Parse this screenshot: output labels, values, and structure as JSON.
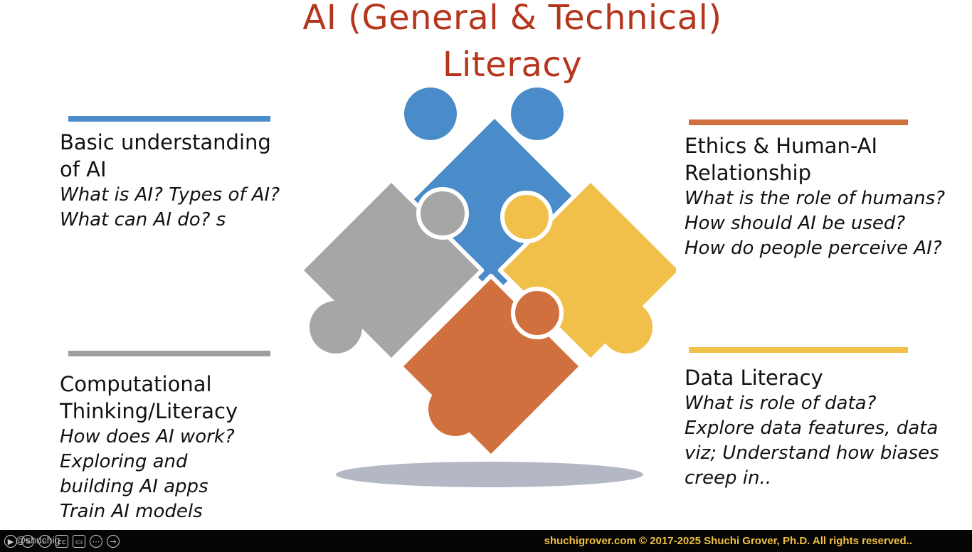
{
  "title": {
    "line1": "AI (General & Technical)",
    "line2": "Literacy"
  },
  "colors": {
    "title": "#b5361d",
    "blue": "#4a8bc9",
    "orange": "#d1703f",
    "gray": "#9e9e9e",
    "yellow": "#f0c04a",
    "footer_text": "#f0c040"
  },
  "sections": {
    "top_left": {
      "heading": [
        "Basic understanding",
        "of AI"
      ],
      "desc": [
        "What is AI? Types of AI?",
        "What can AI do? s"
      ]
    },
    "top_right": {
      "heading": [
        "Ethics & Human-AI",
        "Relationship"
      ],
      "desc": [
        "What is the role of humans?",
        "How should AI be used?",
        "How do people perceive AI?"
      ]
    },
    "bottom_left": {
      "heading": [
        "Computational",
        "Thinking/Literacy"
      ],
      "desc": [
        "How does AI work?",
        "Exploring and",
        "building AI apps",
        "Train AI models"
      ]
    },
    "bottom_right": {
      "heading": [
        "Data Literacy"
      ],
      "desc": [
        "What is role of data?",
        "Explore data features, data",
        "viz; Understand how biases",
        "creep in.."
      ]
    }
  },
  "footer": {
    "handle": "@shuchig",
    "copyright": "shuchigrover.com  © 2017-2025 Shuchi Grover, Ph.D. All rights reserved..",
    "controls": [
      "play-icon",
      "pen-icon",
      "zoom-icon",
      "captions-icon",
      "video-icon",
      "more-icon",
      "next-icon"
    ]
  }
}
